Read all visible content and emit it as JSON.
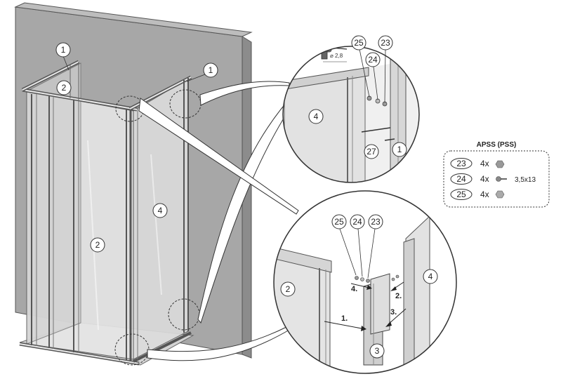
{
  "main_view": {
    "callouts": [
      "1",
      "2",
      "1",
      "4",
      "2"
    ]
  },
  "detail_top": {
    "callouts": [
      "25",
      "24",
      "23",
      "4",
      "27",
      "1"
    ],
    "drill_label": "⌀ 2,8"
  },
  "detail_bottom": {
    "callouts": [
      "25",
      "24",
      "23",
      "2",
      "4",
      "3"
    ],
    "steps": [
      "1.",
      "2.",
      "3.",
      "4."
    ]
  },
  "legend": {
    "title": "APSS (PSS)",
    "rows": [
      {
        "part": "23",
        "qty": "4x",
        "icon": "hex-nut-icon",
        "size": ""
      },
      {
        "part": "24",
        "qty": "4x",
        "icon": "screw-icon",
        "size": "3,5x13"
      },
      {
        "part": "25",
        "qty": "4x",
        "icon": "cap-icon",
        "size": ""
      }
    ]
  }
}
